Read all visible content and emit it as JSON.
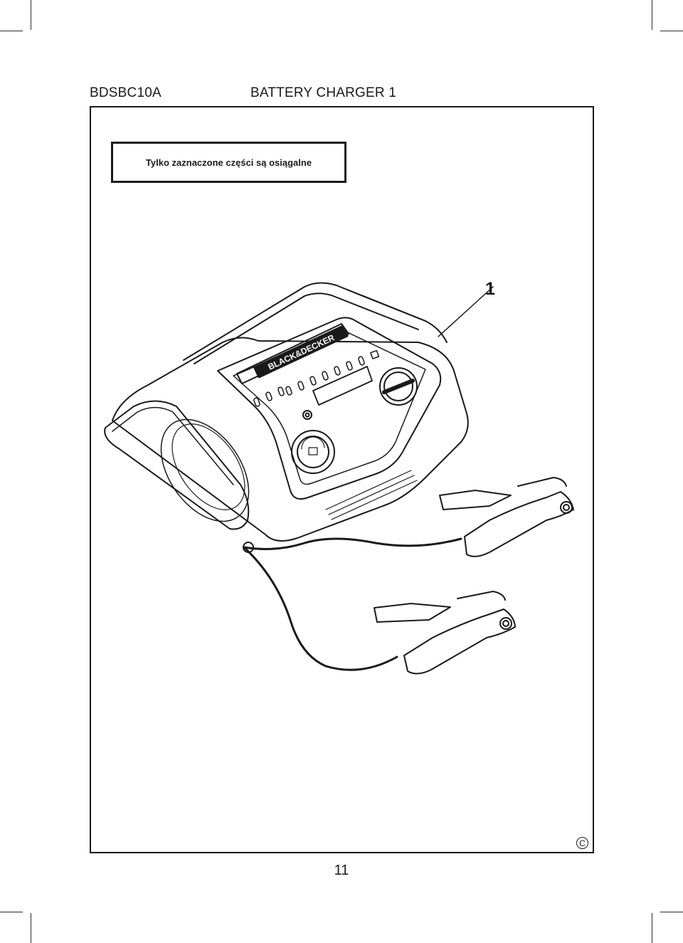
{
  "header": {
    "model": "BDSBC10A",
    "title": "BATTERY CHARGER 1"
  },
  "notice": {
    "text": "Tylko zaznaczone części są osiągalne"
  },
  "figure": {
    "callout_label": "1",
    "brand_logo_text": "BLACK&DECKER"
  },
  "footer": {
    "copyright_symbol": "C",
    "page_number": "11"
  }
}
